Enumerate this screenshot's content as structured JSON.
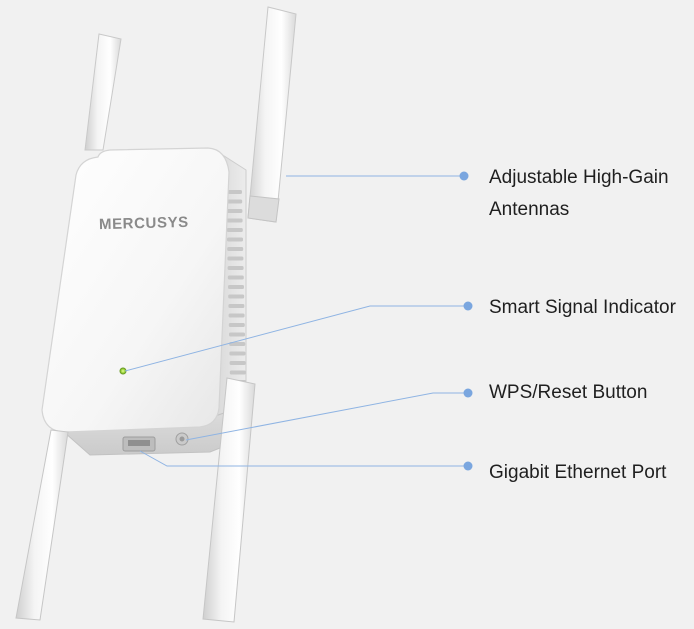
{
  "brand": "MERCUSYS",
  "colors": {
    "background": "#f1f1f1",
    "leader_line": "#8fb4e3",
    "leader_dot": "#7aa6df",
    "device_body": "#f7f7f7",
    "led": "#9bd43a",
    "label_text": "#1f1f1f"
  },
  "callouts": [
    {
      "id": "antennas",
      "lines": [
        "Adjustable High-Gain",
        "Antennas"
      ]
    },
    {
      "id": "signal",
      "lines": [
        "Smart Signal Indicator"
      ]
    },
    {
      "id": "wps",
      "lines": [
        "WPS/Reset Button"
      ]
    },
    {
      "id": "ethernet",
      "lines": [
        "Gigabit Ethernet Port"
      ]
    }
  ]
}
